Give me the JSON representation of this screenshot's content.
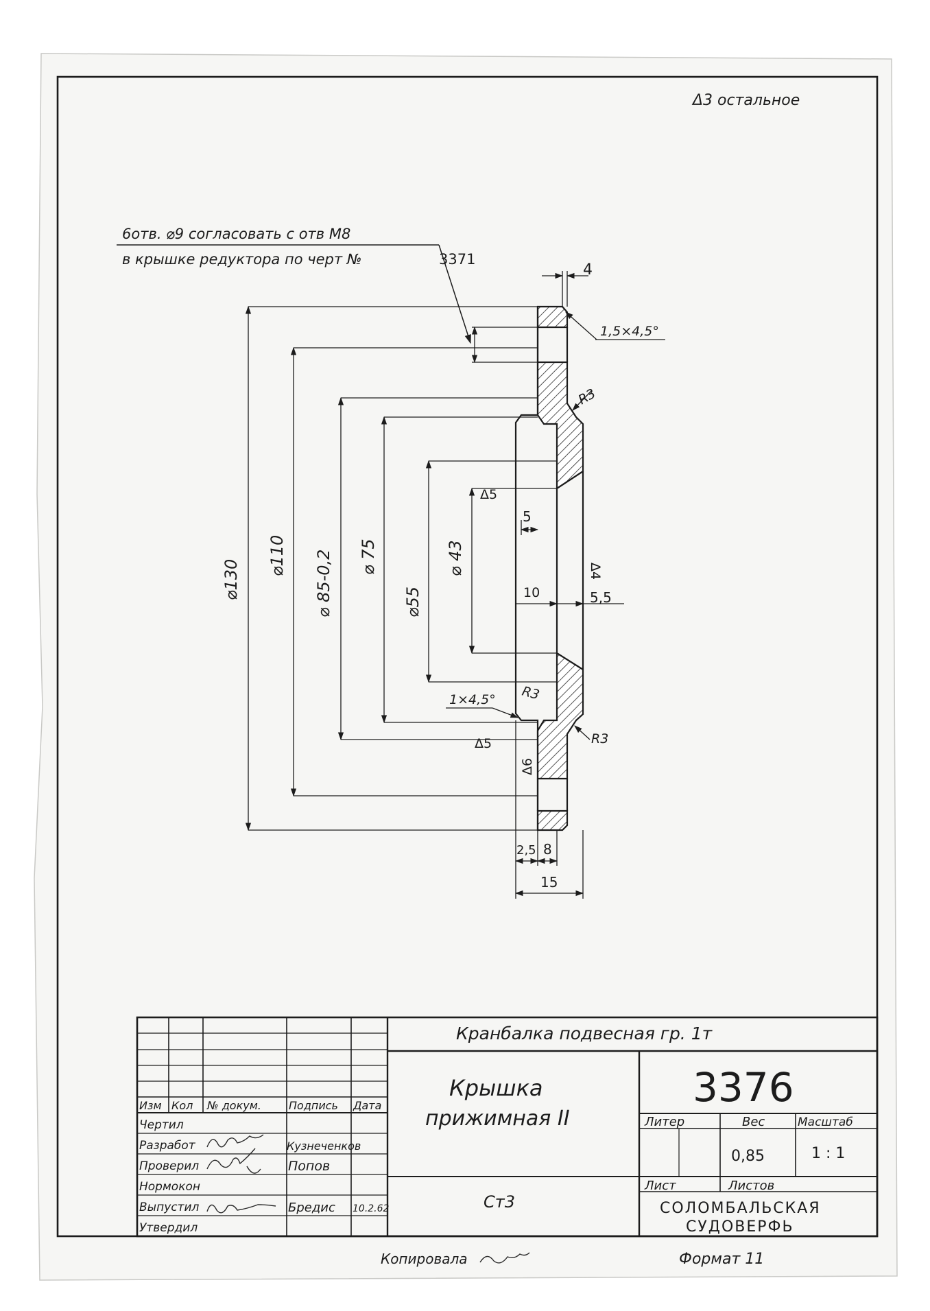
{
  "corner_note": "Δ3 остальное",
  "leader_note": {
    "line1": "6отв. ⌀9 согласовать с отв М8",
    "line2": "в крышке редуктора по черт №",
    "ref": "3371"
  },
  "dimensions": {
    "top_thickness": "4",
    "chamfer_top": "1,5×4,5°",
    "radius_top": "R3",
    "roughness_inner": "Δ5",
    "depth_5": "5",
    "roughness_4": "Δ4",
    "dim_10": "10",
    "dim_5_5": "5,5",
    "chamfer_bottom": "1×4,5°",
    "radius_inner": "R3",
    "radius_outer": "R3",
    "roughness_lower": "Δ5",
    "roughness_6": "Δ6",
    "d130": "⌀130",
    "d110": "⌀110",
    "d85": "⌀ 85-0,2",
    "d75": "⌀ 75",
    "d55": "⌀55",
    "d43": "⌀ 43",
    "dim_2_5": "2,5",
    "dim_8": "8",
    "dim_15": "15"
  },
  "title_block": {
    "project": "Кранбалка подвесная гр. 1т",
    "drawing_number": "3376",
    "part_name_line1": "Крышка",
    "part_name_line2": "прижимная II",
    "material": "Ст3",
    "col_headers": [
      "Изм",
      "Кол",
      "№ докум.",
      "Подпись",
      "Дата"
    ],
    "roles": [
      "Чертил",
      "Разработ",
      "Проверил",
      "Нормокон",
      "Выпустил",
      "Утвердил"
    ],
    "names": {
      "developer": "Кузнеченков",
      "checker": "Попов",
      "issuer": "Бредис",
      "issue_date": "10.2.62"
    },
    "literal_label": "Литер",
    "weight_label": "Вес",
    "scale_label": "Масштаб",
    "weight": "0,85",
    "scale": "1 : 1",
    "sheet_label": "Лист",
    "sheets_label": "Листов",
    "org_line1": "СОЛОМБАЛЬСКАЯ",
    "org_line2": "СУДОВЕРФЬ"
  },
  "footer": {
    "copied_by": "Копировала",
    "format": "Формат 11"
  }
}
